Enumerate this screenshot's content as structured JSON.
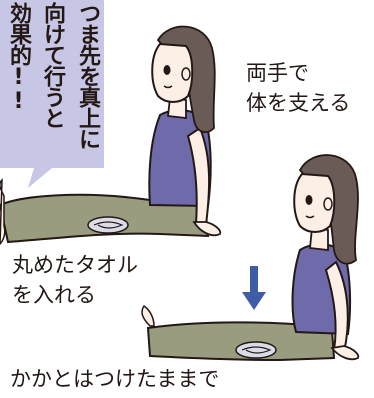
{
  "callout": {
    "line1": "つま先を真上に",
    "line2": "向けて行うと",
    "line3": "効果的!!"
  },
  "labels": {
    "hands_line1": "両手で",
    "hands_line2": "体を支える",
    "towel_line1": "丸めたタオル",
    "towel_line2": "を入れる",
    "heel": "かかとはつけたままで"
  },
  "colors": {
    "bubble": "#c7c6e4",
    "shirt": "#6f6aa9",
    "pants": "#9a9c7f",
    "hair": "#6b5b57",
    "skin": "#fcefe6",
    "arrow": "#3f5ca6"
  },
  "icons": [
    "rolled-towel-icon",
    "down-arrow-icon"
  ]
}
